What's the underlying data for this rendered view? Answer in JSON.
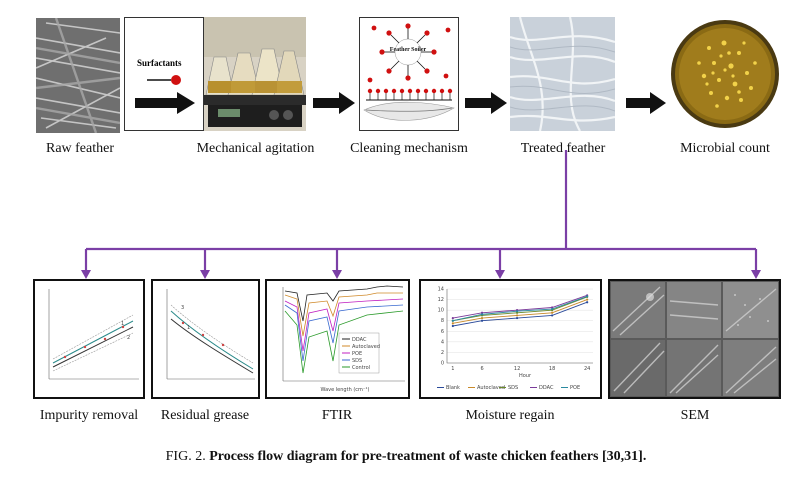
{
  "top_labels": {
    "raw": "Raw feather",
    "mech": "Mechanical agitation",
    "clean": "Cleaning mechanism",
    "treated": "Treated feather",
    "microbial": "Microbial count"
  },
  "surfactants_label": "Surfactants",
  "feather_soiler_label": "Feather Soiler",
  "bottom_labels": {
    "impurity": "Impurity removal",
    "grease": "Residual grease",
    "ftir": "FTIR",
    "moisture": "Moisture regain",
    "sem": "SEM"
  },
  "caption": {
    "prefix": "FIG. 2.",
    "title": "Process flow diagram for pre-treatment of waste chicken feathers [30,31]."
  },
  "ftir_legend": [
    "DDAC",
    "Autoclaved",
    "POE",
    "SDS",
    "Control"
  ],
  "moisture_legend": [
    "Blank",
    "Autoclaved",
    "SDS",
    "DDAC",
    "POE"
  ],
  "moisture_xlabel": "Hour",
  "ftir_xlabel": "Wave length (cm⁻¹)",
  "colors": {
    "connector": "#7b3fa6",
    "arrow": "#111111"
  },
  "chart_data": [
    {
      "type": "line",
      "name": "moisture_regain",
      "x": [
        1,
        6,
        12,
        18,
        24
      ],
      "xlabel": "Hour",
      "series": [
        {
          "name": "Blank",
          "values": [
            7.0,
            8.0,
            8.5,
            9.0,
            11.5
          ]
        },
        {
          "name": "Autoclaved",
          "values": [
            7.5,
            8.5,
            9.0,
            9.5,
            12.0
          ]
        },
        {
          "name": "SDS",
          "values": [
            8.0,
            9.0,
            9.5,
            10.0,
            12.5
          ]
        },
        {
          "name": "DDAC",
          "values": [
            8.5,
            9.5,
            10.0,
            10.5,
            12.8
          ]
        },
        {
          "name": "POE",
          "values": [
            8.0,
            9.2,
            9.8,
            10.2,
            12.6
          ]
        }
      ],
      "ylim": [
        0,
        14
      ]
    }
  ]
}
